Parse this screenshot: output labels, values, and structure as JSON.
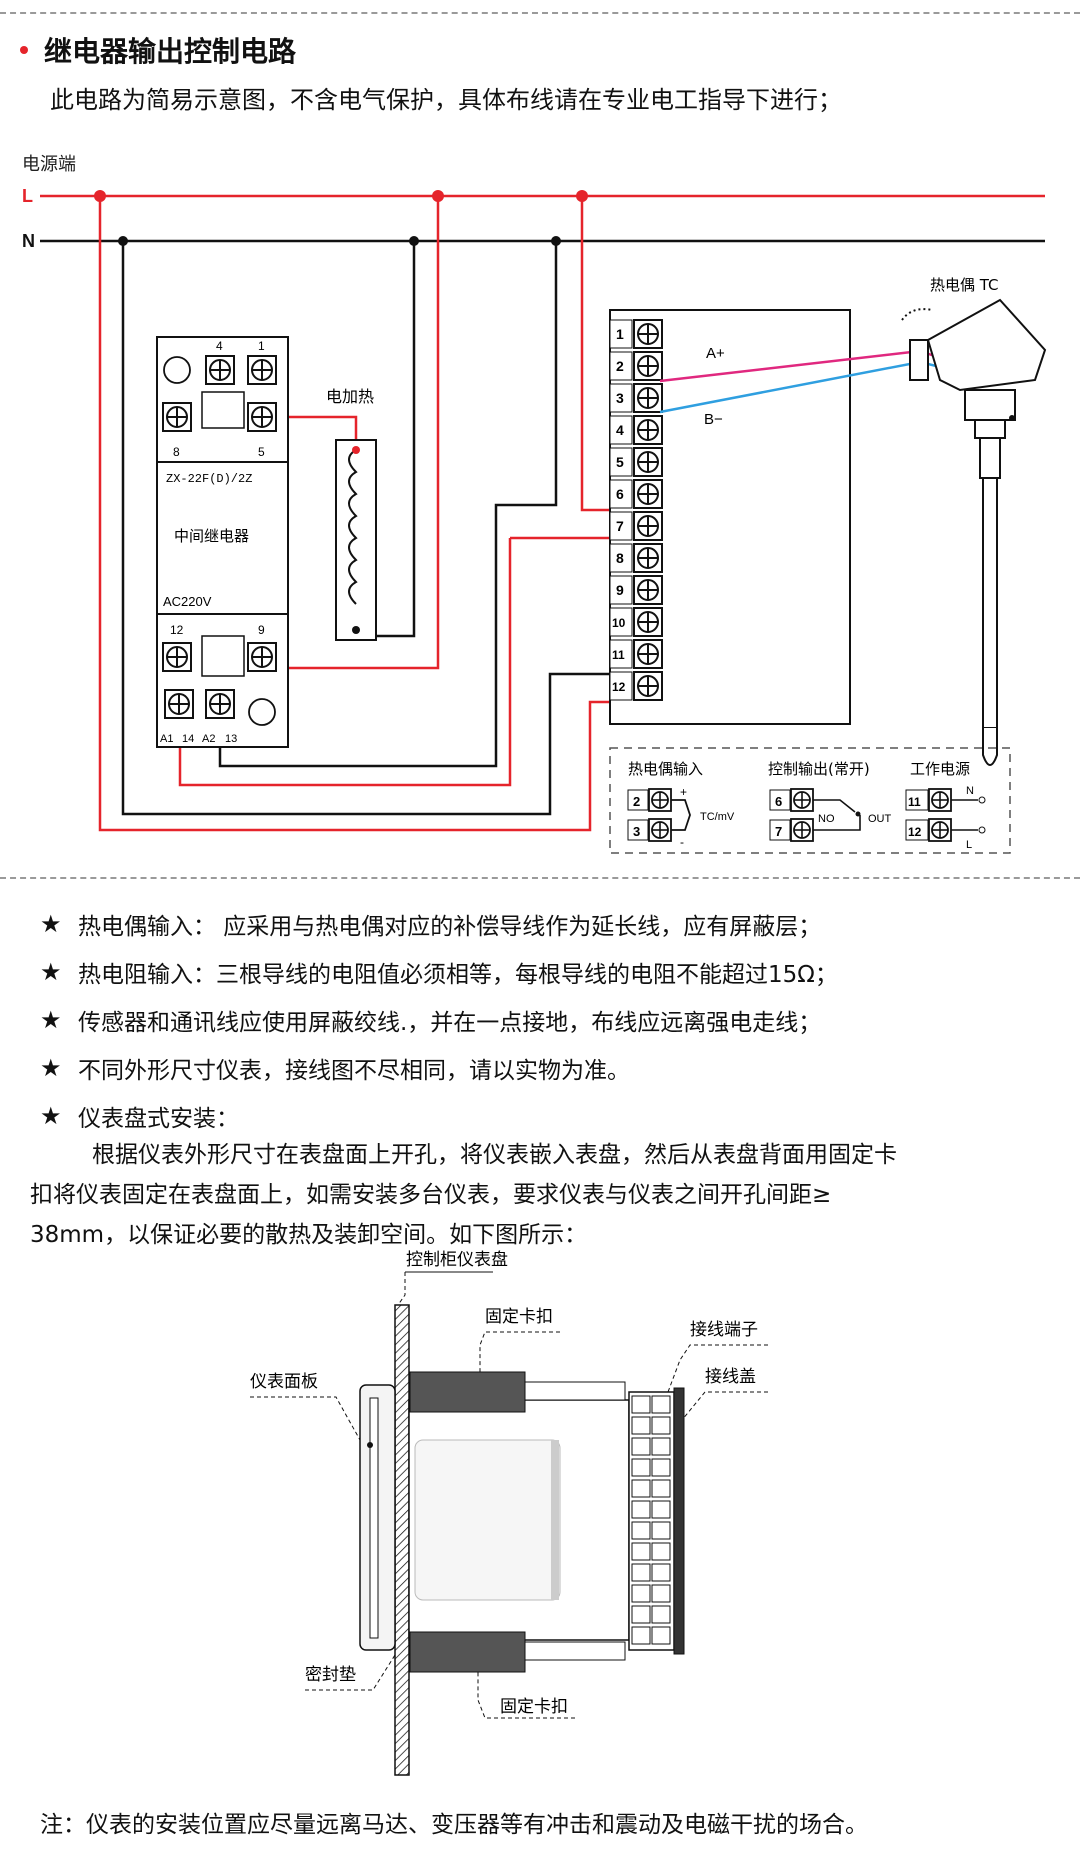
{
  "section": {
    "title": "继电器输出控制电路",
    "subtitle": "此电路为简易示意图，不含电气保护，具体布线请在专业电工指导下进行；"
  },
  "wiring": {
    "power_label": "电源端",
    "line_L": "L",
    "line_N": "N",
    "relay": {
      "model": "ZX-22F(D)/2Z",
      "name": "中间继电器",
      "voltage": "AC220V",
      "terminals_top": [
        "4",
        "1"
      ],
      "terminals_mid": [
        "8",
        "5"
      ],
      "terminals_lower": [
        "12",
        "9"
      ],
      "coil_labels": [
        "A1",
        "14",
        "A2",
        "13"
      ]
    },
    "heater_label": "电加热",
    "thermocouple_label": "热电偶 TC",
    "wire_a": "A+",
    "wire_b": "B−",
    "meter_terminals": [
      "1",
      "2",
      "3",
      "4",
      "5",
      "6",
      "7",
      "8",
      "9",
      "10",
      "11",
      "12"
    ],
    "legend": {
      "tc_input": "热电偶输入",
      "tc_terms": [
        "2",
        "3"
      ],
      "tc_signal": "TC/mV",
      "plus": "+",
      "minus": "-",
      "ctrl_output": "控制输出(常开)",
      "ctrl_terms": [
        "6",
        "7"
      ],
      "no": "NO",
      "out": "OUT",
      "power": "工作电源",
      "power_terms": [
        "11",
        "12"
      ],
      "n": "N",
      "l": "L"
    }
  },
  "notes": [
    "热电偶输入： 应采用与热电偶对应的补偿导线作为延长线，应有屏蔽层；",
    "热电阻输入：三根导线的电阻值必须相等，每根导线的电阻不能超过15Ω；",
    "传感器和通讯线应使用屏蔽绞线.，并在一点接地，布线应远离强电走线；",
    "不同外形尺寸仪表，接线图不尽相同，请以实物为准。",
    "仪表盘式安装："
  ],
  "note_star": "★",
  "install_text": {
    "line1": "根据仪表外形尺寸在表盘面上开孔，将仪表嵌入表盘，然后从表盘背面用固定卡",
    "line2": "扣将仪表固定在表盘面上，如需安装多台仪表，要求仪表与仪表之间开孔间距≥",
    "line3": "38mm，以保证必要的散热及装卸空间。如下图所示："
  },
  "install_labels": {
    "panel": "控制柜仪表盘",
    "clip_top": "固定卡扣",
    "terminal": "接线端子",
    "face": "仪表面板",
    "cover": "接线盖",
    "seal": "密封垫",
    "clip_bottom": "固定卡扣"
  },
  "footer": "注：仪表的安装位置应尽量远离马达、变压器等有冲击和震动及电磁干扰的场合。",
  "colors": {
    "accent_red": "#e5242b",
    "wire_magenta": "#e0287f",
    "wire_blue": "#2f9fe0"
  }
}
